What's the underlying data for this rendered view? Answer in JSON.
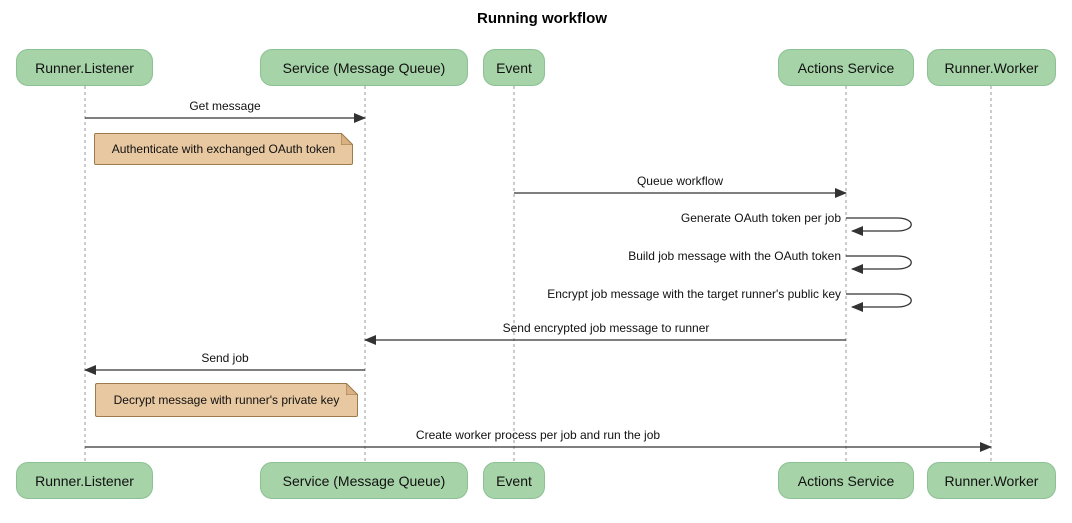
{
  "title": "Running workflow",
  "participants": [
    {
      "label": "Runner.Listener"
    },
    {
      "label": "Service (Message Queue)"
    },
    {
      "label": "Event"
    },
    {
      "label": "Actions Service"
    },
    {
      "label": "Runner.Worker"
    }
  ],
  "messages": [
    {
      "label": "Get message",
      "from": "Runner.Listener",
      "to": "Service (Message Queue)"
    },
    {
      "label": "Queue workflow",
      "from": "Event",
      "to": "Actions Service"
    },
    {
      "label": "Generate OAuth token per job",
      "from": "Actions Service",
      "to": "Actions Service"
    },
    {
      "label": "Build job message with the OAuth token",
      "from": "Actions Service",
      "to": "Actions Service"
    },
    {
      "label": "Encrypt job message with the target runner's public key",
      "from": "Actions Service",
      "to": "Actions Service"
    },
    {
      "label": "Send encrypted job message to runner",
      "from": "Actions Service",
      "to": "Service (Message Queue)"
    },
    {
      "label": "Send job",
      "from": "Service (Message Queue)",
      "to": "Runner.Listener"
    },
    {
      "label": "Create worker process per job and run the job",
      "from": "Runner.Listener",
      "to": "Runner.Worker"
    }
  ],
  "notes": [
    {
      "label": "Authenticate with exchanged OAuth token"
    },
    {
      "label": "Decrypt message with runner's private key"
    }
  ],
  "colors": {
    "participant_fill": "#a6d3a8",
    "participant_border": "#8cc193",
    "note_fill": "#e8c8a1",
    "note_border": "#9b7a4b",
    "note_fold": "#d9b183",
    "lifeline": "#999999",
    "arrow": "#333333",
    "text": "#111111"
  }
}
